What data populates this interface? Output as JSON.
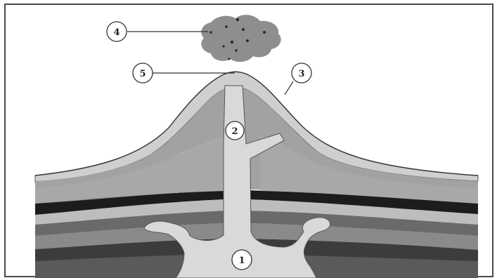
{
  "diagram": {
    "labels": [
      {
        "id": "magma-chamber",
        "text": "1"
      },
      {
        "id": "main-vent",
        "text": "2"
      },
      {
        "id": "lava-flow",
        "text": "3"
      },
      {
        "id": "ash-cloud",
        "text": "4"
      },
      {
        "id": "crater",
        "text": "5"
      }
    ],
    "colors": {
      "background": "#ffffff",
      "border": "#4a4a4a",
      "rock_mid": "#9a9a9a",
      "rock_dark": "#5c5c5c",
      "rock_black": "#1c1c1c",
      "magma": "#d8d8d8",
      "ash": "#8e8e8e"
    }
  }
}
